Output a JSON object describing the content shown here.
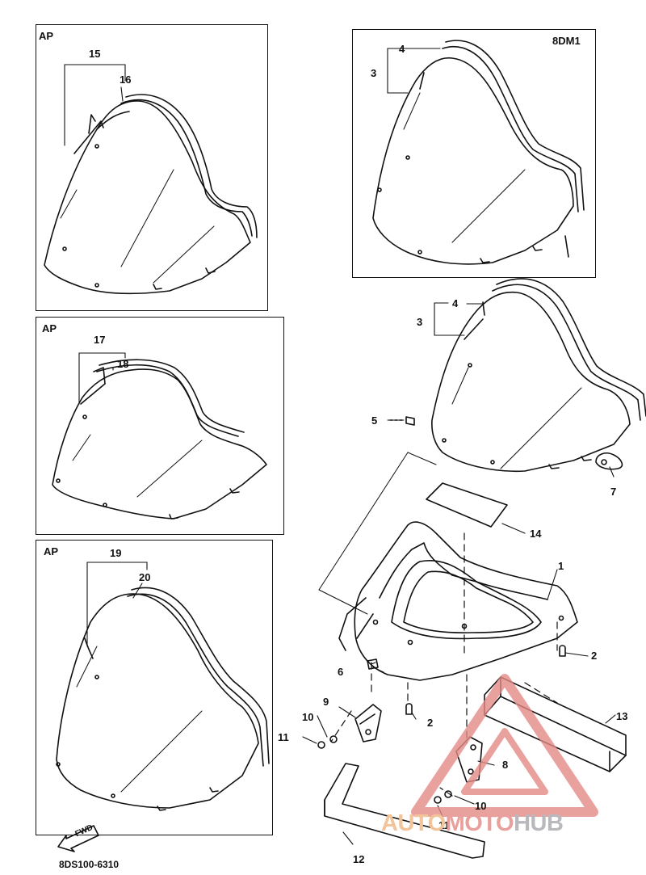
{
  "diagram": {
    "code": "8DS100-6310",
    "fwd_label": "FWD",
    "insets": [
      {
        "tag": "AP",
        "group_label": "15",
        "part_label": "16"
      },
      {
        "tag": "AP",
        "group_label": "17",
        "part_label": "18"
      },
      {
        "tag": "AP",
        "group_label": "19",
        "part_label": "20"
      },
      {
        "tag": "8DM1",
        "group_label": "3",
        "part_label": "4"
      }
    ],
    "callouts": {
      "p1": "1",
      "p2a": "2",
      "p2b": "2",
      "p3": "3",
      "p4": "4",
      "p5": "5",
      "p6": "6",
      "p7": "7",
      "p8": "8",
      "p9": "9",
      "p10a": "10",
      "p10b": "10",
      "p11a": "11",
      "p11b": "11",
      "p12": "12",
      "p13": "13",
      "p14": "14"
    }
  },
  "watermark": {
    "part1": "AUTO",
    "part2": "MOTO",
    "part3": "HUB",
    "colors": {
      "auto": "#f2c49a",
      "moto": "#e9a09c",
      "hub": "#b9b9bd",
      "logo": "#e48a86"
    }
  }
}
